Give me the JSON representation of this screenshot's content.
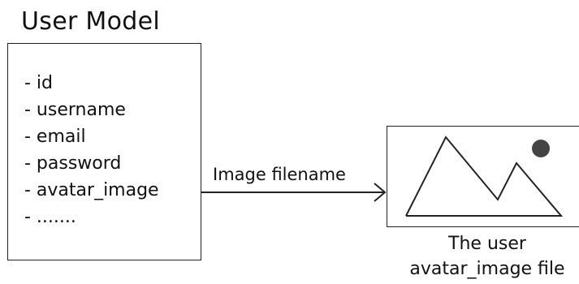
{
  "title": "User Model",
  "model_fields": [
    "- id",
    "- username",
    "- email",
    "- password",
    "- avatar_image",
    "- ......."
  ],
  "arrow_label": "Image filename",
  "caption": {
    "line1": "The user",
    "line2": "avatar_image file"
  },
  "icons": {
    "image_placeholder": "image-icon",
    "arrow": "arrow-right-icon"
  }
}
